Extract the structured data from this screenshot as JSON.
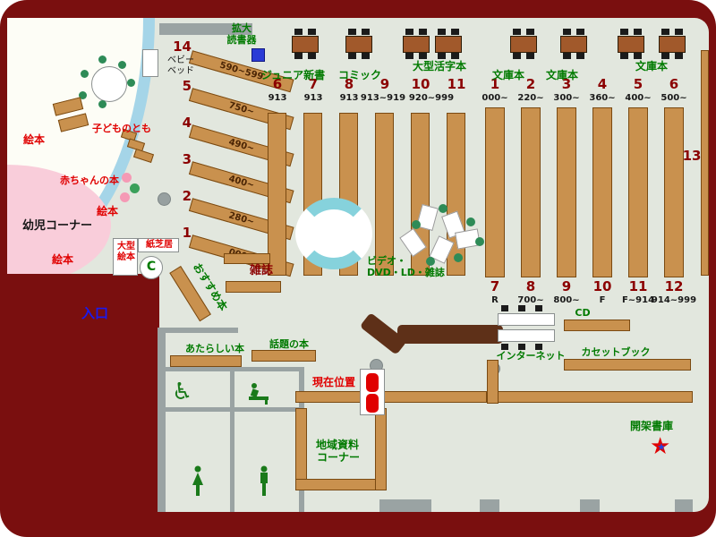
{
  "palette": {
    "exterior_red": "#7a0f0f",
    "floor": "#e2e7de",
    "shelf_tan": "#c9914e",
    "table_brown": "#a1592b",
    "counter_brown": "#5e3018",
    "arc_blue": "#a5d5e8",
    "infant_pink": "#f9cdda",
    "bench_cyan": "#86d2dc",
    "green_text": "#007a00",
    "red_text": "#e00000",
    "dark_red_text": "#8b0000",
    "blue_text": "#1a1aee"
  },
  "entrance_label": "入口",
  "children_area": {
    "infant_corner": "幼児コーナー",
    "picture_books_1": "絵本",
    "picture_books_2": "絵本",
    "picture_books_3": "絵本",
    "baby_books": "赤ちゃんの本",
    "kodomo_no_tomo": "子どものとも",
    "baby_bed_line1": "ベビー",
    "baby_bed_line2": "ベッド",
    "large_picture_line1": "大型",
    "large_picture_line2": "絵本",
    "kamishibai": "紙芝居",
    "c_mark": "C"
  },
  "top_sections": {
    "magnifier_line1": "拡大",
    "magnifier_line2": "読書器",
    "junior_shinsho": "ジュニア新書",
    "comic": "コミック",
    "large_print": "大型活字本",
    "bunko_1": "文庫本",
    "bunko_2": "文庫本",
    "bunko_3": "文庫本"
  },
  "diagonal_shelves": [
    {
      "no": "14",
      "range": "590~599"
    },
    {
      "no": "5",
      "range": "750~"
    },
    {
      "no": "4",
      "range": "490~"
    },
    {
      "no": "3",
      "range": "400~"
    },
    {
      "no": "2",
      "range": "280~"
    },
    {
      "no": "1",
      "range": "000~"
    }
  ],
  "mid_shelves": [
    {
      "no": "6",
      "range": "913"
    },
    {
      "no": "7",
      "range": "913"
    },
    {
      "no": "8",
      "range": "913"
    },
    {
      "no": "9",
      "range": "913~919"
    },
    {
      "no": "10",
      "range": "920~999"
    },
    {
      "no": "11",
      "range": ""
    }
  ],
  "right_shelves_top": [
    {
      "no": "1",
      "range": "000~"
    },
    {
      "no": "2",
      "range": "220~"
    },
    {
      "no": "3",
      "range": "300~"
    },
    {
      "no": "4",
      "range": "360~"
    },
    {
      "no": "5",
      "range": "400~"
    },
    {
      "no": "6",
      "range": "500~"
    }
  ],
  "right_shelves_bottom": [
    {
      "no": "7",
      "range": "R"
    },
    {
      "no": "8",
      "range": "700~"
    },
    {
      "no": "9",
      "range": "800~"
    },
    {
      "no": "10",
      "range": "F"
    },
    {
      "no": "11",
      "range": "F~914"
    },
    {
      "no": "12",
      "range": "914~999"
    }
  ],
  "wall_shelf_no": "13",
  "center_sections": {
    "magazines": "雑誌",
    "recommended": "おすすめ本",
    "video_line1": "ビデオ・",
    "video_line2": "DVD・LD・雑誌"
  },
  "bottom_sections": {
    "new_books": "あたらしい本",
    "topic_books": "話題の本",
    "current_location": "現在位置",
    "cd": "CD",
    "internet": "インターネット",
    "cassette_books": "カセットブック",
    "local_materials_line1": "地域資料",
    "local_materials_line2": "コーナー",
    "open_stacks": "開架書庫"
  }
}
